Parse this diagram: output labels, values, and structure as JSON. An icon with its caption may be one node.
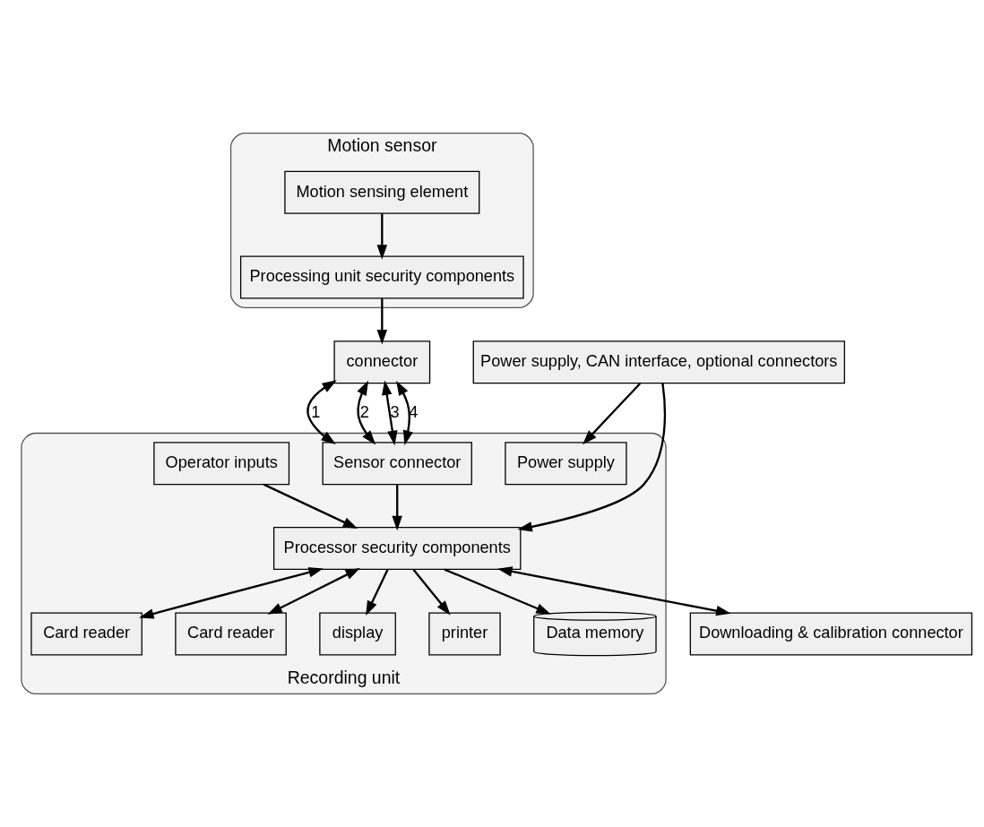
{
  "diagram": {
    "nodes": [
      {
        "text": [
          "Motion sensor"
        ]
      },
      {
        "text": [
          "Motion sensing element"
        ],
        "in": 0
      },
      {
        "text": [
          "Processing unit security components"
        ],
        "in": 0
      },
      {
        "text": [
          "connector"
        ]
      },
      {
        "text": [
          "Recording unit"
        ]
      },
      {
        "text": [
          "Power supply, CAN interface, optional connectors"
        ]
      },
      {
        "text": [
          "Power supply"
        ],
        "in": 4
      },
      {
        "text": [
          "Card reader"
        ],
        "in": 4
      },
      {
        "text": [
          "Processor security components"
        ],
        "in": 4
      },
      {
        "text": [
          "Card reader"
        ],
        "in": 4
      },
      {
        "text": [
          "Sensor connector"
        ],
        "in": 4
      },
      {
        "text": [
          "display"
        ],
        "in": 4
      },
      {
        "text": [
          "printer"
        ],
        "in": 4
      },
      {
        "text": [
          "Data memory"
        ],
        "in": 4
      },
      {
        "text": [
          "Operator inputs"
        ],
        "in": 4
      },
      {
        "text": [
          "Downloading & calibration connector"
        ]
      }
    ],
    "edges": [
      {
        "from": 1,
        "to": 2,
        "arrow": "to"
      },
      {
        "from": 2,
        "to": 3,
        "arrow": "to"
      },
      {
        "from": 3,
        "to": 10,
        "arrow": "both",
        "label": "1"
      },
      {
        "from": 3,
        "to": 10,
        "arrow": "both",
        "label": "2"
      },
      {
        "from": 3,
        "to": 10,
        "arrow": "both",
        "label": "3"
      },
      {
        "from": 3,
        "to": 10,
        "arrow": "both",
        "label": "4"
      },
      {
        "from": 5,
        "to": 6,
        "arrow": "to"
      },
      {
        "from": 5,
        "to": 8,
        "arrow": "to"
      },
      {
        "from": 8,
        "to": 7,
        "arrow": "both"
      },
      {
        "from": 8,
        "to": 9,
        "arrow": "both"
      },
      {
        "from": 10,
        "to": 8,
        "arrow": "to"
      },
      {
        "from": 14,
        "to": 8,
        "arrow": "to"
      },
      {
        "from": 8,
        "to": 11,
        "arrow": "to"
      },
      {
        "from": 8,
        "to": 12,
        "arrow": "to"
      },
      {
        "from": 8,
        "to": 13,
        "arrow": "to"
      },
      {
        "from": 8,
        "to": 15,
        "arrow": "both"
      }
    ]
  }
}
